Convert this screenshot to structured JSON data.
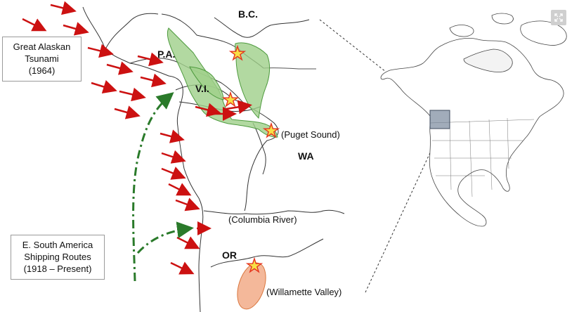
{
  "labels": {
    "bc": "B.C.",
    "pa": "P.A.",
    "vi": "V.I.",
    "wa": "WA",
    "or": "OR",
    "puget": "(Puget Sound)",
    "columbia": "(Columbia River)",
    "willamette": "(Willamette Valley)"
  },
  "legend": {
    "tsunami": [
      "Great Alaskan",
      "Tsunami",
      "(1964)"
    ],
    "shipping": [
      "E. South America",
      "Shipping Routes",
      "(1918 – Present)"
    ]
  },
  "colors": {
    "tsunami_arrow": "#cc1111",
    "shipping_arrow": "#2a7a2a",
    "green_region": "#9fd08a",
    "green_outline": "#4e9a3e",
    "orange_region": "#f4b89a",
    "orange_outline": "#d9773f",
    "star_fill": "#f7e046",
    "star_outline": "#e5331f",
    "inset_box": "#6f7f95"
  },
  "icons": {
    "expand": "expand-icon",
    "star": "star-icon"
  }
}
